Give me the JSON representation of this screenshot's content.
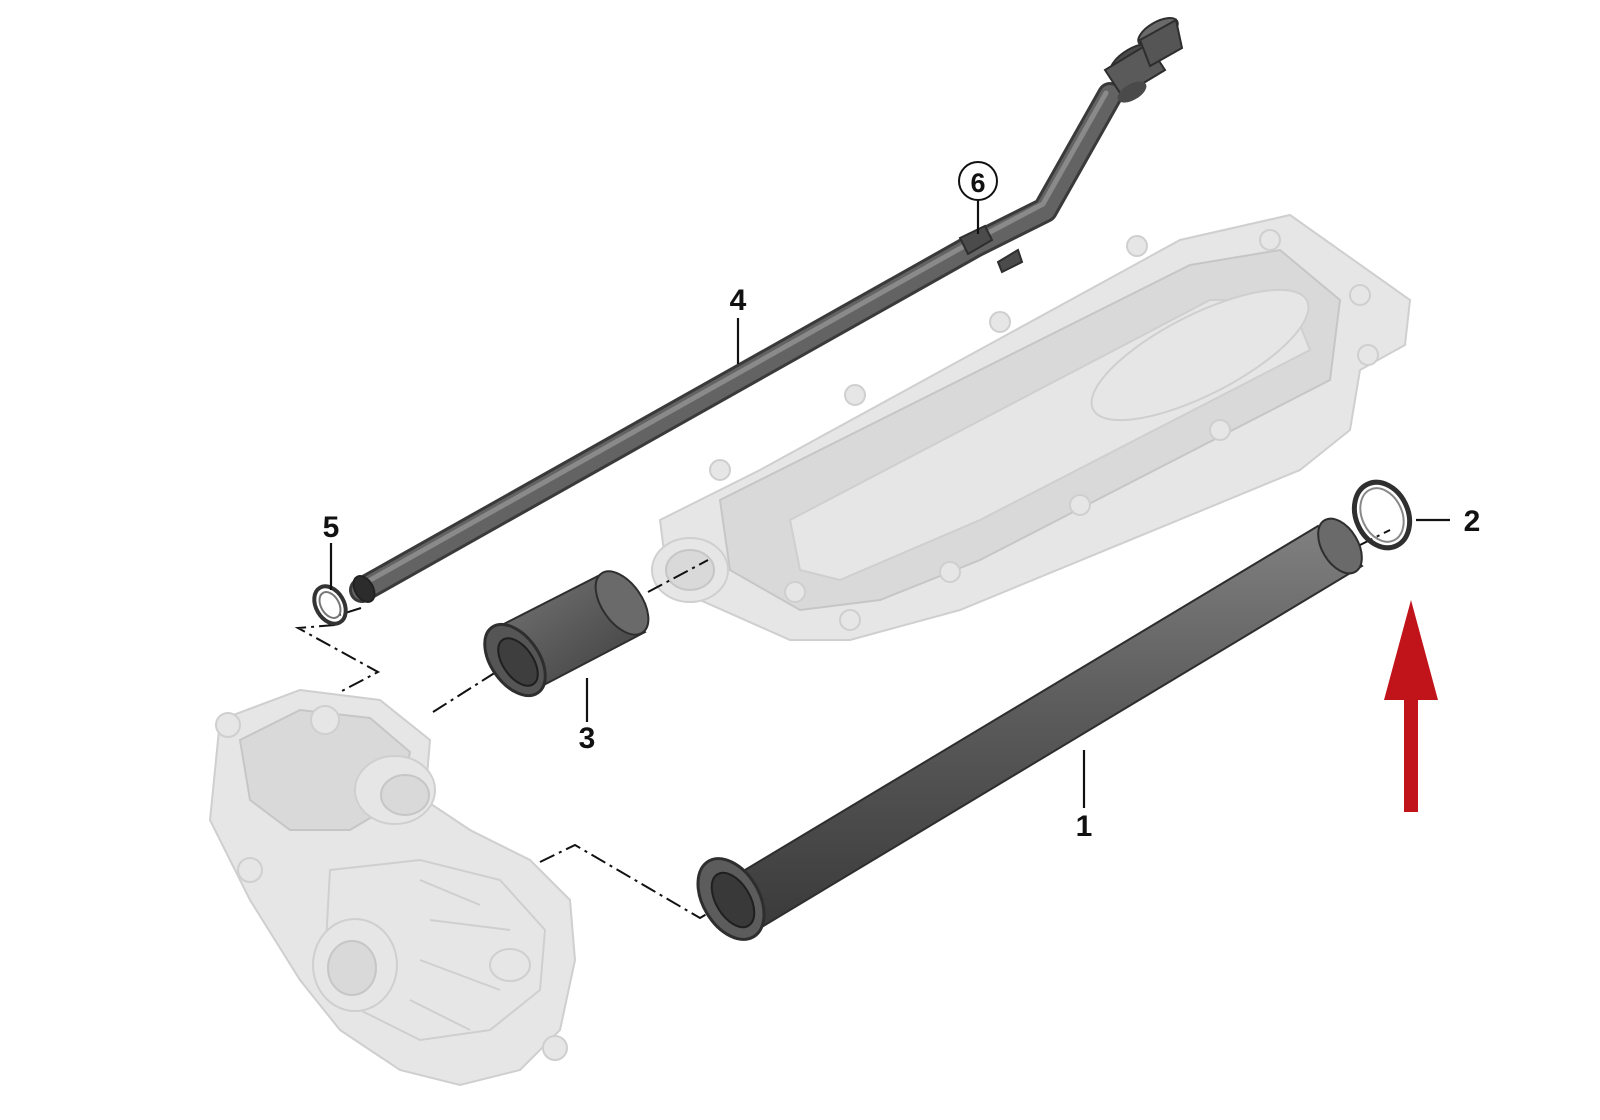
{
  "callouts": [
    {
      "id": "1",
      "label": "1"
    },
    {
      "id": "2",
      "label": "2"
    },
    {
      "id": "3",
      "label": "3"
    },
    {
      "id": "4",
      "label": "4"
    },
    {
      "id": "5",
      "label": "5"
    },
    {
      "id": "6",
      "label": "6",
      "circled": true
    }
  ],
  "colors": {
    "part": "#5a5a5a",
    "part_dark": "#3c3c3c",
    "ghost": "#e6e6e6",
    "arrow": "#c0141a"
  },
  "highlight_arrow": {
    "color": "#c0141a",
    "points_to": "2"
  }
}
